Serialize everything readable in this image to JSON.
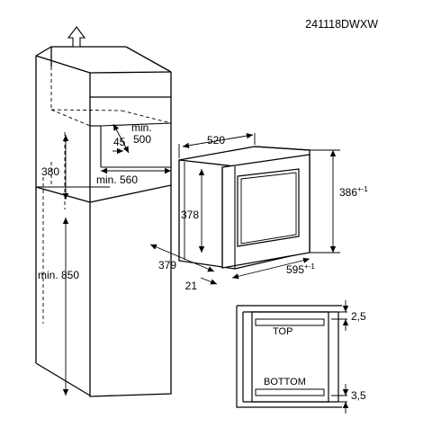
{
  "diagram": {
    "code": "241118DWXW",
    "column_dims": {
      "top_depth_label": "min.\n500",
      "niche_height": "380",
      "niche_depth_small": "45",
      "niche_width": "min. 560",
      "base_height": "min. 850"
    },
    "appliance_dims": {
      "width_top": "520",
      "height_front": "378",
      "height_side": "386",
      "height_side_tol": "+-1",
      "depth": "379",
      "width_bottom": "595",
      "width_bottom_tol": "+-1",
      "frame": "21"
    },
    "detail": {
      "top_label": "TOP",
      "bottom_label": "BOTTOM",
      "gap_top": "2,5",
      "gap_bottom": "3,5"
    },
    "icons": [
      "arrow-up-icon"
    ]
  }
}
